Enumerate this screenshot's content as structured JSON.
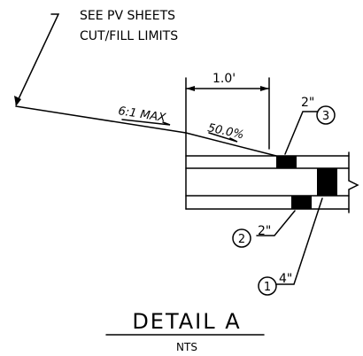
{
  "detail": {
    "title": "DETAIL A",
    "scale_note": "NTS"
  },
  "leader_note": {
    "line1": "SEE PV SHEETS",
    "line2": "CUT/FILL LIMITS"
  },
  "slopes": {
    "side_slope": "6:1 MAX",
    "edge_slope": "50.0%"
  },
  "dimensions": {
    "width": "1.0'"
  },
  "callouts": [
    {
      "id": "3",
      "thickness": "2\""
    },
    {
      "id": "2",
      "thickness": "2\""
    },
    {
      "id": "1",
      "thickness": "4\""
    }
  ],
  "colors": {
    "line": "#000000",
    "background": "#ffffff"
  }
}
